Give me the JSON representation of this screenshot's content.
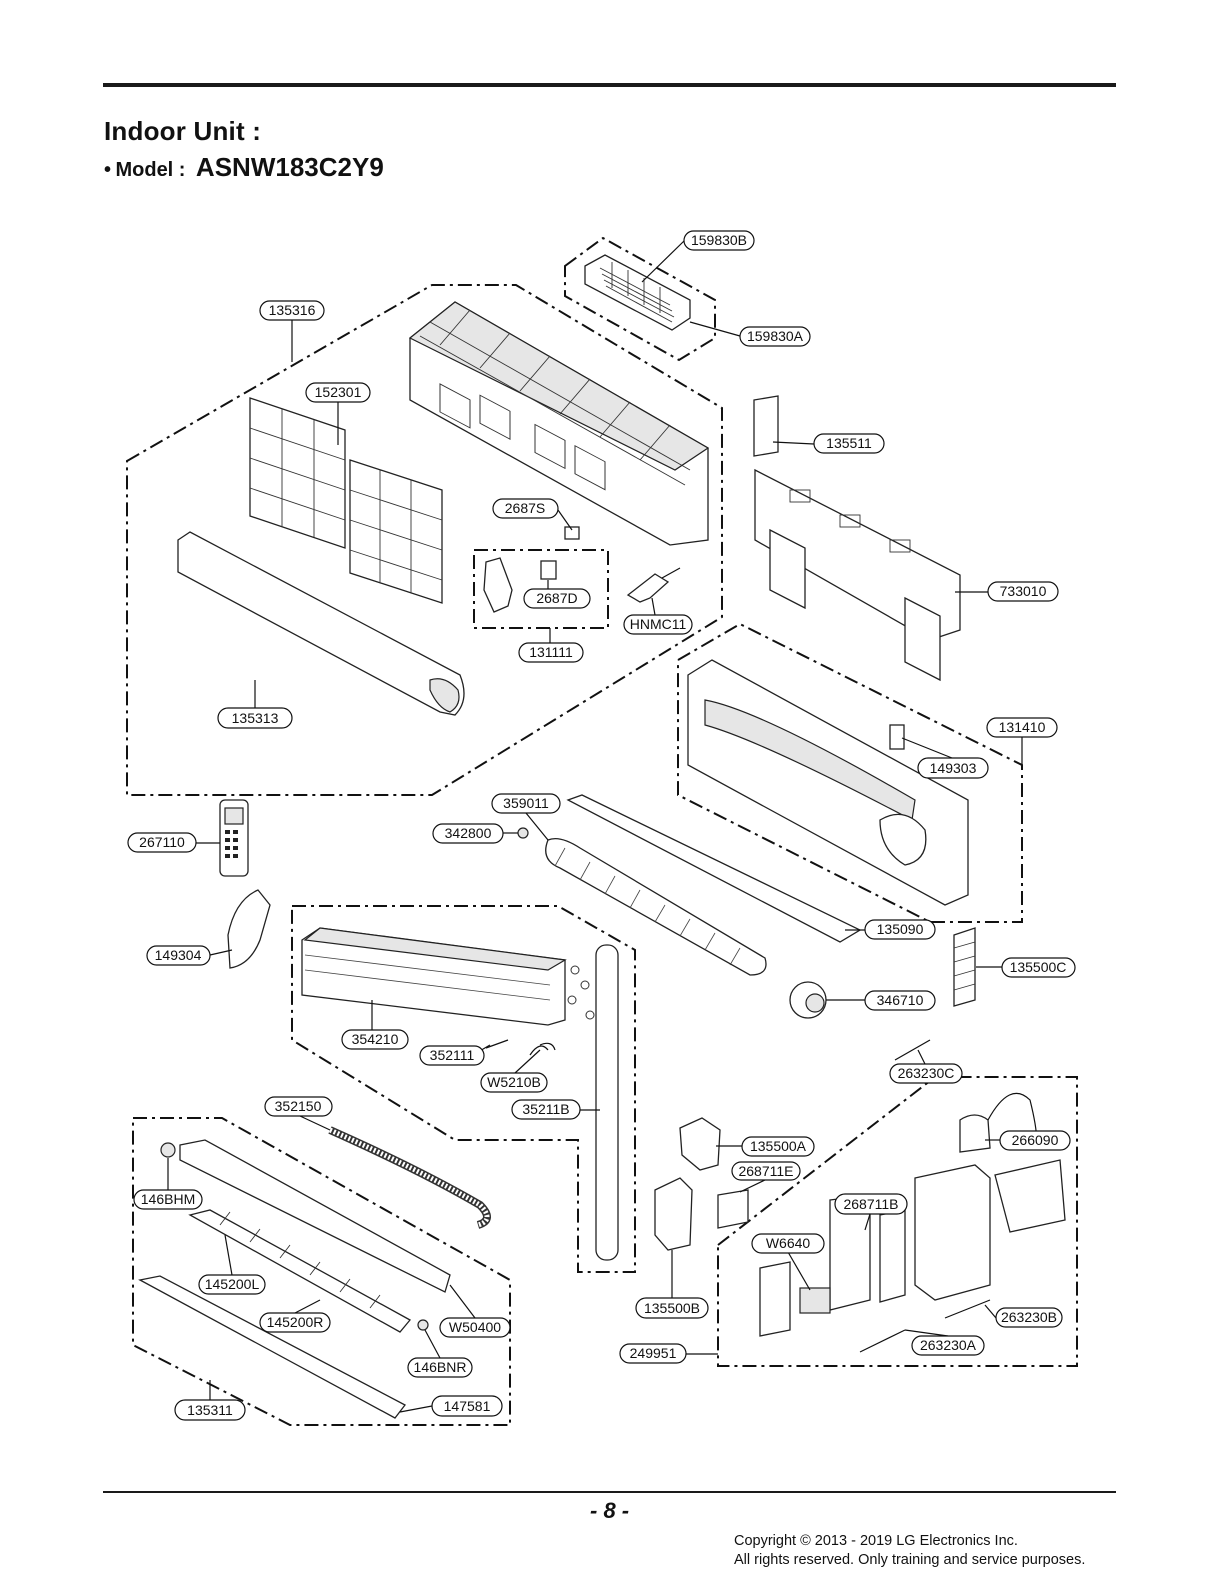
{
  "header": {
    "title": "Indoor Unit :",
    "bullet": "•",
    "model_label": "Model :",
    "model_value": "ASNW183C2Y9"
  },
  "footer": {
    "page_number": "- 8 -",
    "copyright_line1": "Copyright © 2013 - 2019 LG Electronics Inc.",
    "copyright_line2": "All rights reserved. Only training and service purposes."
  },
  "part_labels": {
    "p159830B": "159830B",
    "p159830A": "159830A",
    "p135316": "135316",
    "p152301": "152301",
    "p135511": "135511",
    "p2687S": "2687S",
    "p2687D": "2687D",
    "p131111": "131111",
    "pHNMC11": "HNMC11",
    "p733010": "733010",
    "p135313": "135313",
    "p131410": "131410",
    "p149303": "149303",
    "p359011": "359011",
    "p342800": "342800",
    "p267110": "267110",
    "p135090": "135090",
    "p149304": "149304",
    "p135500C": "135500C",
    "p346710": "346710",
    "p354210": "354210",
    "p352111": "352111",
    "pW5210B": "W5210B",
    "p263230C": "263230C",
    "p352150": "352150",
    "p35211B": "35211B",
    "p135500A": "135500A",
    "p266090": "266090",
    "p268711E": "268711E",
    "p146BHM": "146BHM",
    "p268711B": "268711B",
    "pW6640": "W6640",
    "p145200L": "145200L",
    "p145200R": "145200R",
    "pW50400": "W50400",
    "p135500B": "135500B",
    "p263230B": "263230B",
    "p263230A": "263230A",
    "p146BNR": "146BNR",
    "p249951": "249951",
    "p135311": "135311",
    "p147581": "147581"
  }
}
